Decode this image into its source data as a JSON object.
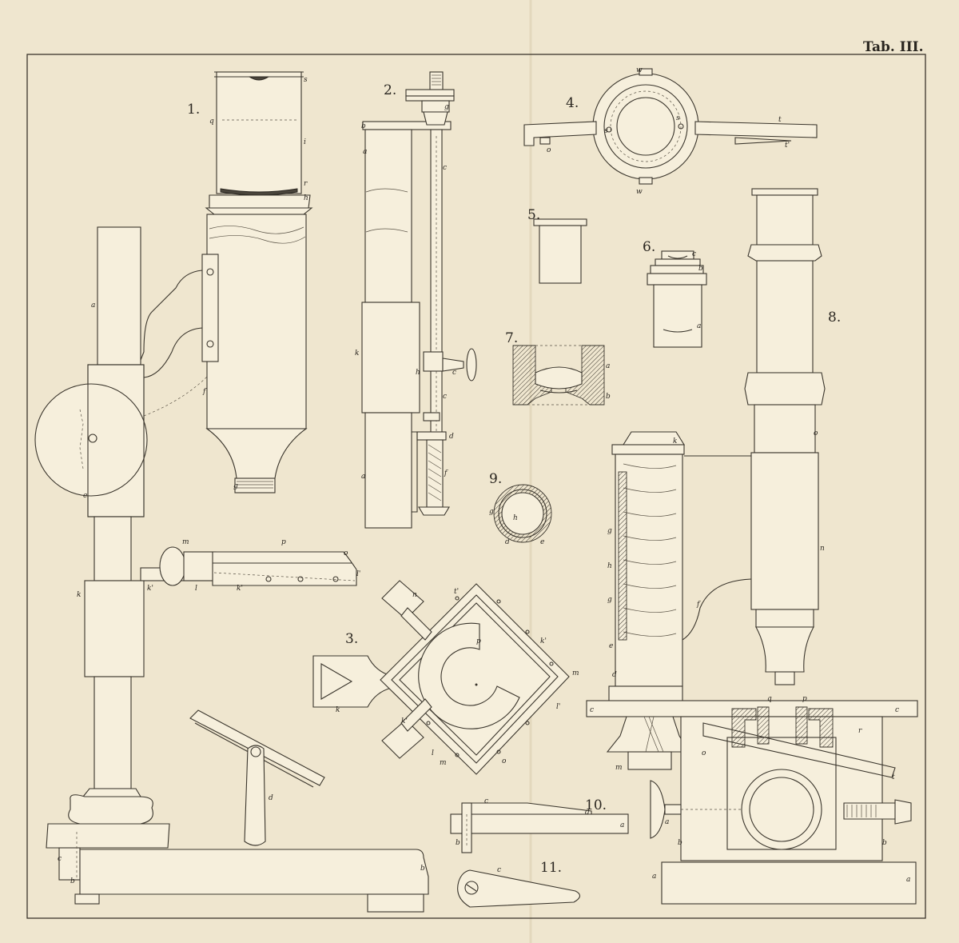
{
  "plate_title": "Tab. III.",
  "figures": [
    {
      "key": "f1",
      "number": "1.",
      "letters": [
        "s",
        "q",
        "i",
        "r",
        "h",
        "f",
        "g",
        "a",
        "e",
        "k",
        "m",
        "p",
        "o",
        "k'",
        "l",
        "k'",
        "l'",
        "d",
        "c",
        "b",
        "b"
      ]
    },
    {
      "key": "f2",
      "number": "2.",
      "letters": [
        "g",
        "b",
        "a",
        "c",
        "k",
        "h",
        "c",
        "c",
        "d",
        "f",
        "a"
      ]
    },
    {
      "key": "f3",
      "number": "3.",
      "letters": [
        "n",
        "t'",
        "p",
        "k'",
        "m",
        "k",
        "k'",
        "l",
        "l'",
        "m",
        "o"
      ]
    },
    {
      "key": "f4",
      "number": "4.",
      "letters": [
        "w",
        "s",
        "s",
        "t",
        "o",
        "t'",
        "w"
      ]
    },
    {
      "key": "f5",
      "number": "5."
    },
    {
      "key": "f6",
      "number": "6.",
      "letters": [
        "c",
        "b",
        "a"
      ]
    },
    {
      "key": "f7",
      "number": "7.",
      "letters": [
        "a",
        "b"
      ]
    },
    {
      "key": "f8",
      "number": "8.",
      "letters": [
        "k",
        "o",
        "n",
        "g",
        "h",
        "g",
        "e",
        "f",
        "d",
        "c",
        "q",
        "p",
        "c",
        "r",
        "t",
        "o",
        "m",
        "a",
        "b",
        "b",
        "a",
        "a"
      ]
    },
    {
      "key": "f9",
      "number": "9.",
      "letters": [
        "g",
        "h",
        "d",
        "e"
      ]
    },
    {
      "key": "f10",
      "number": "10.",
      "letters": [
        "c",
        "d",
        "a",
        "b"
      ]
    },
    {
      "key": "f11",
      "number": "11.",
      "letters": [
        "c"
      ]
    }
  ],
  "colors": {
    "paper": "#efe6cf",
    "ink": "#3a352c"
  }
}
